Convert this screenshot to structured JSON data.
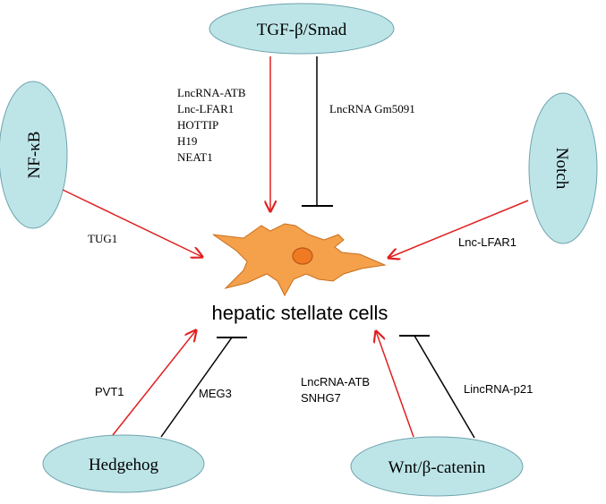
{
  "colors": {
    "node_fill": "#bde5e8",
    "node_stroke": "#6fa3ad",
    "activation": "#e02020",
    "inhibition": "#000000",
    "cell_body": "#f5a04a",
    "cell_stroke": "#c8701e",
    "nucleus": "#ef7a22"
  },
  "center": {
    "label": "hepatic stellate cells"
  },
  "nodes": {
    "tgf": "TGF-β/Smad",
    "nfkb": "NF-κB",
    "notch": "Notch",
    "hedgehog": "Hedgehog",
    "wnt": "Wnt/β-catenin"
  },
  "edges": {
    "tgf_activate": {
      "type": "activation",
      "labels": [
        "LncRNA-ATB",
        "Lnc-LFAR1",
        "HOTTIP",
        "H19",
        "NEAT1"
      ]
    },
    "tgf_inhibit": {
      "type": "inhibition",
      "labels": [
        "LncRNA Gm5091"
      ]
    },
    "nfkb_activate": {
      "type": "activation",
      "labels": [
        "TUG1"
      ]
    },
    "notch_activate": {
      "type": "activation",
      "labels": [
        "Lnc-LFAR1"
      ]
    },
    "hedgehog_activate": {
      "type": "activation",
      "labels": [
        "PVT1"
      ]
    },
    "hedgehog_inhibit": {
      "type": "inhibition",
      "labels": [
        "MEG3"
      ]
    },
    "wnt_activate": {
      "type": "activation",
      "labels": [
        "LncRNA-ATB",
        "SNHG7"
      ]
    },
    "wnt_inhibit": {
      "type": "inhibition",
      "labels": [
        "LincRNA-p21"
      ]
    }
  }
}
